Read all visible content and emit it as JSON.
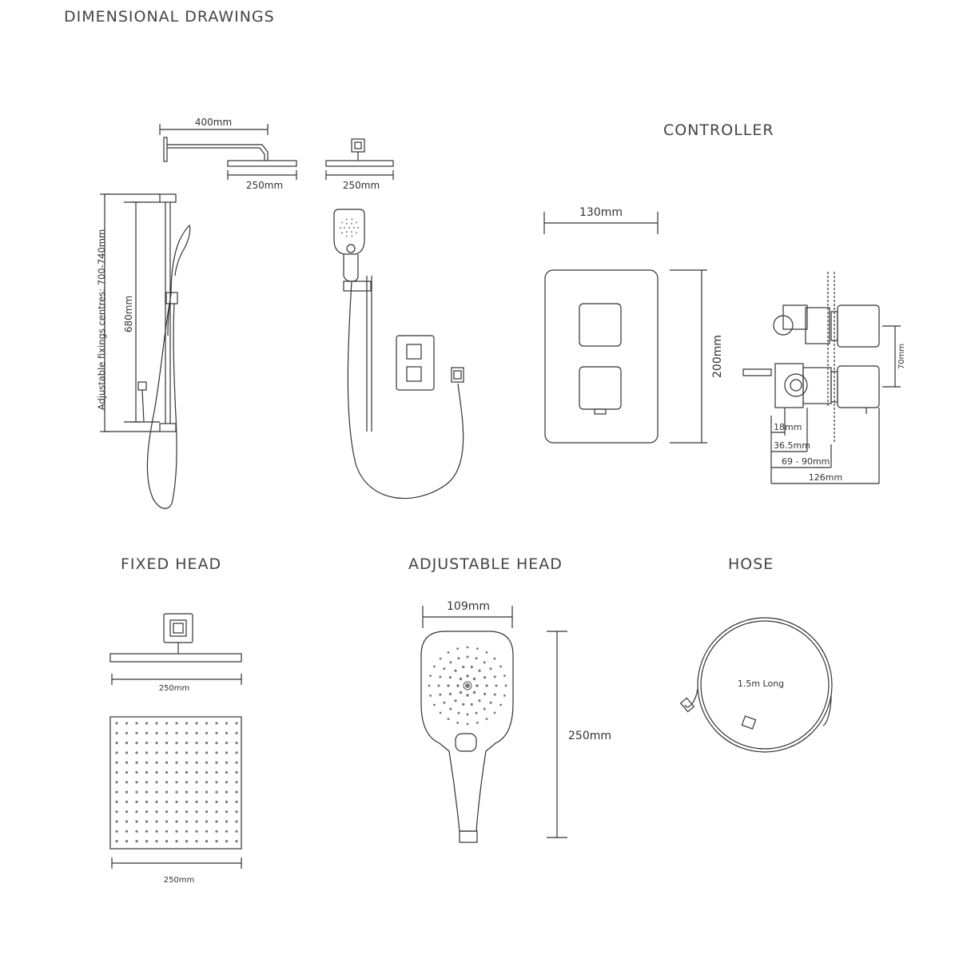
{
  "page_title": "DIMENSIONAL DRAWINGS",
  "sections": {
    "controller": "CONTROLLER",
    "fixed_head": "FIXED HEAD",
    "adjustable_head": "ADJUSTABLE HEAD",
    "hose": "HOSE"
  },
  "dimensions": {
    "arm_length": "400mm",
    "fixed_head_side": "250mm",
    "fixed_head_front": "250mm",
    "fixing_centres": "Adjustable fixings centres: 700-740mm",
    "rail_length": "680mm",
    "controller_width": "130mm",
    "controller_height": "200mm",
    "valve_spacing": "70mm",
    "valve_depth_a": "18mm",
    "valve_depth_b": "36.5mm",
    "valve_depth_c": "69 - 90mm",
    "valve_depth_d": "126mm",
    "fixed_head_width_top": "250mm",
    "fixed_head_width_bottom": "250mm",
    "handset_width": "109mm",
    "handset_length": "250mm",
    "hose_length": "1.5m Long"
  }
}
